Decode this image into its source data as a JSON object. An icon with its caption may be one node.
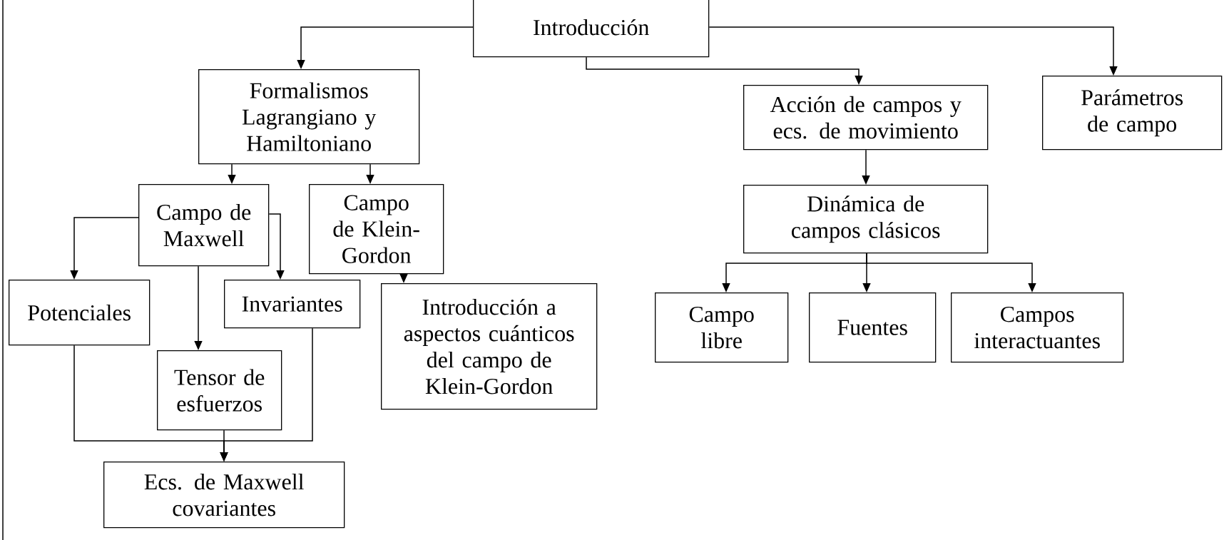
{
  "diagram": {
    "nodes": [
      {
        "text": [
          "Introducción"
        ]
      },
      {
        "text": [
          "Formalismos Lagrangiano y Hamiltoniano"
        ]
      },
      {
        "text": [
          "Campo de Maxwell"
        ]
      },
      {
        "text": [
          "Campo de Klein-Gordon"
        ]
      },
      {
        "text": [
          "Potenciales"
        ]
      },
      {
        "text": [
          "Invariantes"
        ]
      },
      {
        "text": [
          "Tensor de esfuerzos"
        ]
      },
      {
        "text": [
          "Introducción a aspectos cuánticos del campo de Klein-Gordon"
        ]
      },
      {
        "text": [
          "Ecs. de Maxwell covariantes"
        ]
      },
      {
        "text": [
          "Acción de campos y ecs. de movimiento"
        ]
      },
      {
        "text": [
          "Parámetros de campo"
        ]
      },
      {
        "text": [
          "Dinámica de campos clásicos"
        ]
      },
      {
        "text": [
          "Campo libre"
        ]
      },
      {
        "text": [
          "Fuentes"
        ]
      },
      {
        "text": [
          "Campos interactuantes"
        ]
      }
    ],
    "edges": [
      {
        "from": 0,
        "to": 1,
        "arrow": "to"
      },
      {
        "from": 0,
        "to": 9,
        "arrow": "to"
      },
      {
        "from": 0,
        "to": 10,
        "arrow": "to"
      },
      {
        "from": 1,
        "to": 2,
        "arrow": "to"
      },
      {
        "from": 1,
        "to": 3,
        "arrow": "to"
      },
      {
        "from": 2,
        "to": 4,
        "arrow": "to"
      },
      {
        "from": 2,
        "to": 5,
        "arrow": "to"
      },
      {
        "from": 2,
        "to": 6,
        "arrow": "to"
      },
      {
        "from": 3,
        "to": 7,
        "arrow": "to"
      },
      {
        "from": 4,
        "to": 8,
        "arrow": "to"
      },
      {
        "from": 5,
        "to": 8,
        "arrow": "to"
      },
      {
        "from": 6,
        "to": 8,
        "arrow": "to"
      },
      {
        "from": 9,
        "to": 11,
        "arrow": "to"
      },
      {
        "from": 11,
        "to": 12,
        "arrow": "to"
      },
      {
        "from": 11,
        "to": 13,
        "arrow": "to"
      },
      {
        "from": 11,
        "to": 14,
        "arrow": "to"
      }
    ]
  }
}
